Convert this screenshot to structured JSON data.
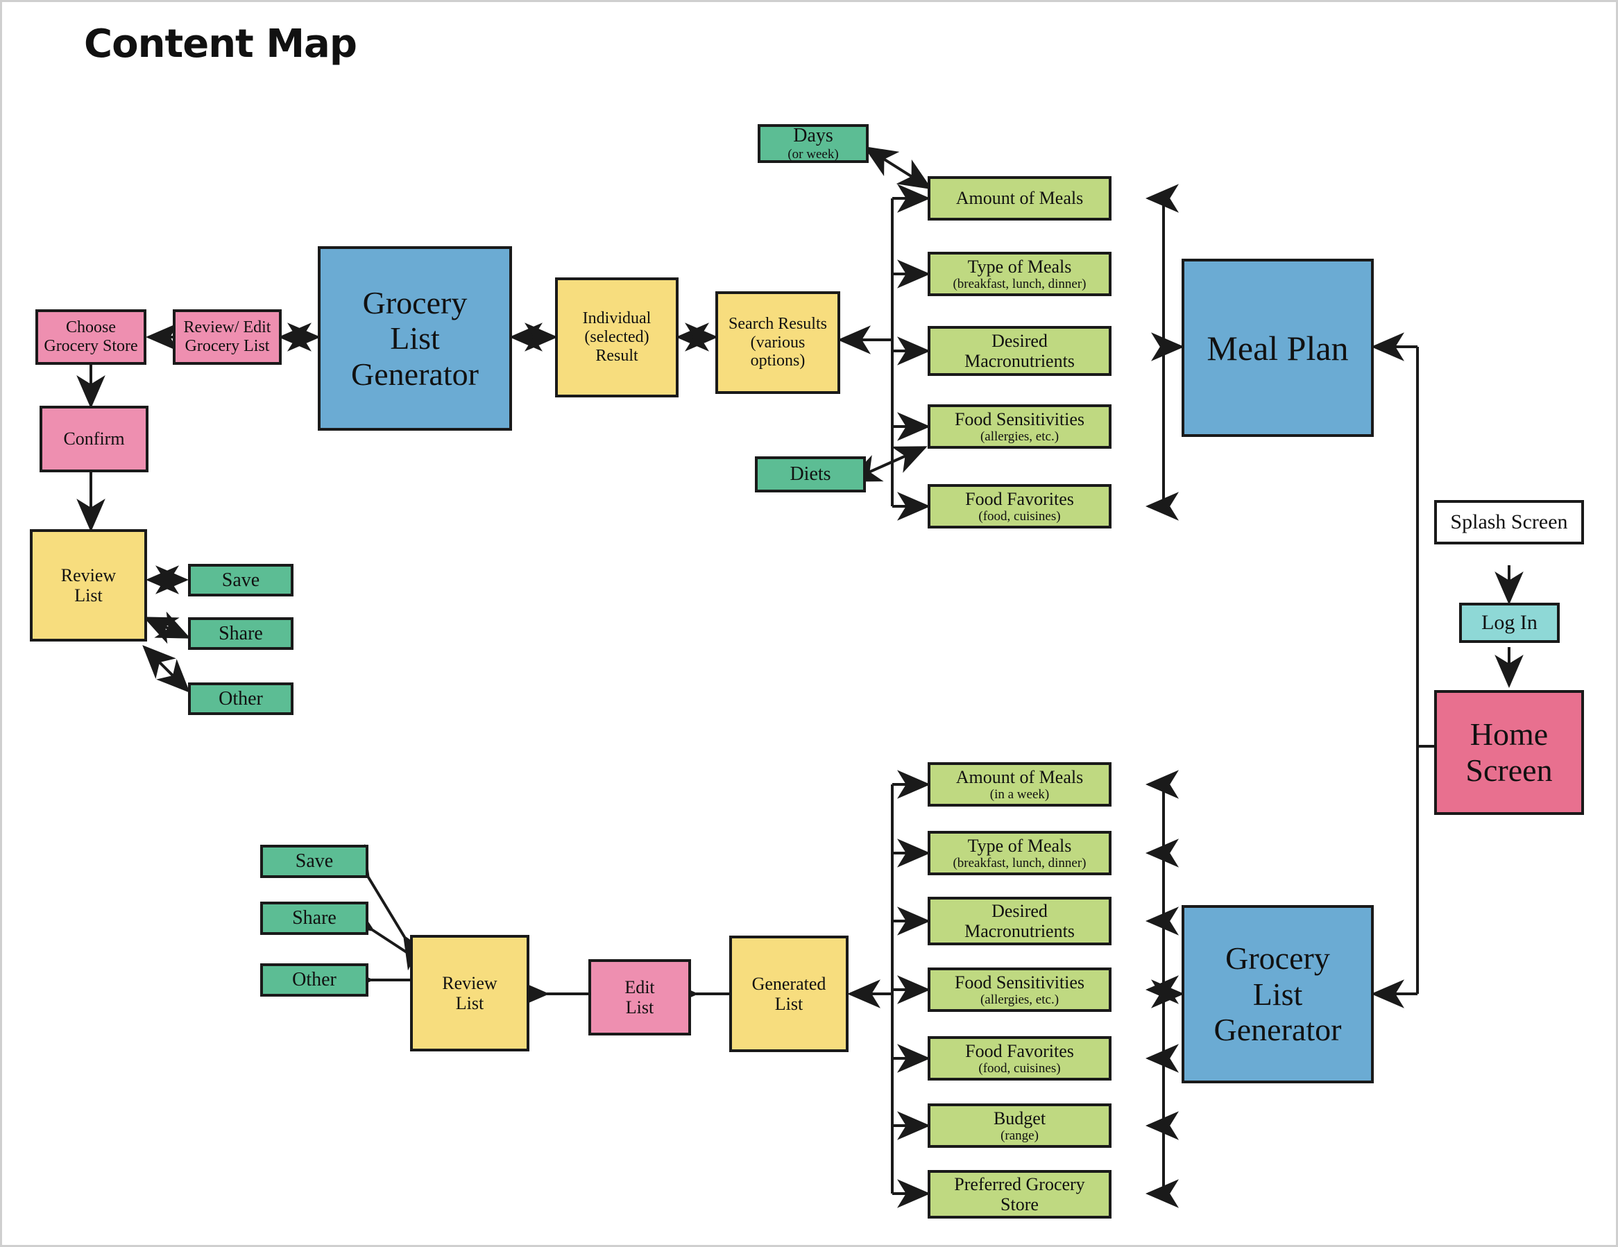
{
  "page": {
    "title": "Content Map"
  },
  "colors": {
    "pink": "#ee8fb0",
    "pink_deep": "#e8708f",
    "blue": "#6babd3",
    "yellow": "#f7dd7e",
    "green_light": "#bfd981",
    "green_dark": "#5cbd94",
    "cyan": "#8ed8d6",
    "white": "#ffffff",
    "stroke": "#1a1a1a"
  },
  "entry_flow": {
    "splash": "Splash Screen",
    "login": "Log In",
    "home_line1": "Home",
    "home_line2": "Screen"
  },
  "meal_plan_flow": {
    "meal_plan": "Meal Plan",
    "days_title": "Days",
    "days_sub": "(or week)",
    "diets": "Diets",
    "attributes": [
      {
        "title": "Amount of Meals",
        "sub": ""
      },
      {
        "title": "Type of Meals",
        "sub": "(breakfast, lunch, dinner)"
      },
      {
        "title": "Desired",
        "title2": "Macronutrients",
        "sub": ""
      },
      {
        "title": "Food Sensitivities",
        "sub": "(allergies, etc.)"
      },
      {
        "title": "Food Favorites",
        "sub": "(food, cuisines)"
      }
    ],
    "search_results_line1": "Search Results",
    "search_results_line2": "(various options)",
    "individual_line1": "Individual",
    "individual_line2": "(selected)",
    "individual_line3": "Result"
  },
  "top_grocery_flow": {
    "generator_line1": "Grocery",
    "generator_line2": "List",
    "generator_line3": "Generator",
    "review_edit_line1": "Review/ Edit",
    "review_edit_line2": "Grocery List",
    "choose_store_line1": "Choose",
    "choose_store_line2": "Grocery Store",
    "confirm": "Confirm",
    "review_list_line1": "Review",
    "review_list_line2": "List",
    "actions": [
      "Save",
      "Share",
      "Other"
    ]
  },
  "bottom_grocery_flow": {
    "generator_line1": "Grocery",
    "generator_line2": "List",
    "generator_line3": "Generator",
    "generated_list": "Generated List",
    "edit_list_line1": "Edit",
    "edit_list_line2": "List",
    "review_list_line1": "Review",
    "review_list_line2": "List",
    "actions": [
      "Save",
      "Share",
      "Other"
    ],
    "attributes": [
      {
        "title": "Amount of Meals",
        "sub": "(in a week)"
      },
      {
        "title": "Type of Meals",
        "sub": "(breakfast, lunch, dinner)"
      },
      {
        "title": "Desired",
        "title2": "Macronutrients",
        "sub": ""
      },
      {
        "title": "Food Sensitivities",
        "sub": "(allergies, etc.)"
      },
      {
        "title": "Food Favorites",
        "sub": "(food, cuisines)"
      },
      {
        "title": "Budget",
        "sub": "(range)"
      },
      {
        "title": "Preferred Grocery",
        "title2": "Store",
        "sub": ""
      }
    ]
  }
}
